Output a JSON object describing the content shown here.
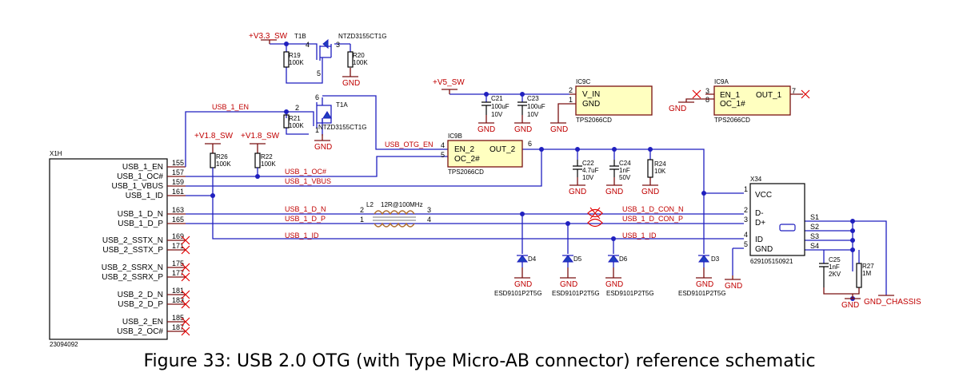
{
  "caption": "Figure 33: USB 2.0 OTG (with Type Micro-AB connector) reference schematic",
  "x1h": {
    "ref": "X1H",
    "part": "23094092",
    "pins": [
      {
        "num": "155",
        "name": "USB_1_EN"
      },
      {
        "num": "157",
        "name": "USB_1_OC#"
      },
      {
        "num": "159",
        "name": "USB_1_VBUS"
      },
      {
        "num": "161",
        "name": "USB_1_ID"
      },
      {
        "num": "163",
        "name": "USB_1_D_N"
      },
      {
        "num": "165",
        "name": "USB_1_D_P"
      },
      {
        "num": "169",
        "name": "USB_2_SSTX_N"
      },
      {
        "num": "171",
        "name": "USB_2_SSTX_P"
      },
      {
        "num": "175",
        "name": "USB_2_SSRX_N"
      },
      {
        "num": "177",
        "name": "USB_2_SSRX_P"
      },
      {
        "num": "181",
        "name": "USB_2_D_N"
      },
      {
        "num": "183",
        "name": "USB_2_D_P"
      },
      {
        "num": "185",
        "name": "USB_2_EN"
      },
      {
        "num": "187",
        "name": "USB_2_OC#"
      }
    ]
  },
  "nets": {
    "usb1_en": "USB_1_EN",
    "usb1_oc": "USB_1_OC#",
    "usb1_vbus": "USB_1_VBUS",
    "usb1_dn": "USB_1_D_N",
    "usb1_dp": "USB_1_D_P",
    "usb1_id": "USB_1_ID",
    "usb1_id2": "USB_1_ID",
    "usb_otg_en": "USB_OTG_EN",
    "con_n": "USB_1_D_CON_N",
    "con_p": "USB_1_D_CON_P"
  },
  "power": {
    "v33": "+V3.3_SW",
    "v18a": "+V1.8_SW",
    "v18b": "+V1.8_SW",
    "v5": "+V5_SW",
    "gnd": "GND",
    "gnd_chassis": "GND_CHASSIS"
  },
  "resistors": {
    "r19": {
      "ref": "R19",
      "val": "100K"
    },
    "r20": {
      "ref": "R20",
      "val": "100K"
    },
    "r21": {
      "ref": "R21",
      "val": "100K"
    },
    "r22": {
      "ref": "R22",
      "val": "100K"
    },
    "r24": {
      "ref": "R24",
      "val": "10K"
    },
    "r26": {
      "ref": "R26",
      "val": "100K"
    },
    "r27": {
      "ref": "R27",
      "val": "1M"
    }
  },
  "capacitors": {
    "c21": {
      "ref": "C21",
      "val1": "100uF",
      "val2": "10V"
    },
    "c23": {
      "ref": "C23",
      "val1": "100uF",
      "val2": "10V"
    },
    "c22": {
      "ref": "C22",
      "val1": "4.7uF",
      "val2": "10V"
    },
    "c24": {
      "ref": "C24",
      "val1": "1nF",
      "val2": "50V"
    },
    "c25": {
      "ref": "C25",
      "val1": "1nF",
      "val2": "2KV"
    }
  },
  "transistors": {
    "t1b": {
      "ref": "T1B",
      "part": "NTZD3155CT1G",
      "pins": [
        "4",
        "3",
        "5"
      ]
    },
    "t1a": {
      "ref": "T1A",
      "part": "NTZD3155CT1G",
      "pins": [
        "2",
        "6",
        "1"
      ]
    }
  },
  "ic9c": {
    "ref": "IC9C",
    "part": "TPS2066CD",
    "pin_names": [
      "V_IN",
      "GND"
    ],
    "pin_nums": [
      "2",
      "1"
    ]
  },
  "ic9a": {
    "ref": "IC9A",
    "part": "TPS2066CD",
    "pin_names": [
      "EN_1",
      "OC_1#",
      "OUT_1"
    ],
    "pin_nums": [
      "3",
      "8",
      "7"
    ]
  },
  "ic9b": {
    "ref": "IC9B",
    "part": "TPS2066CD",
    "pin_names": [
      "EN_2",
      "OC_2#",
      "OUT_2"
    ],
    "pin_nums": [
      "4",
      "5",
      "6"
    ]
  },
  "l2": {
    "ref": "L2",
    "val": "12R@100MHz",
    "pins": [
      "2",
      "1",
      "3",
      "4"
    ]
  },
  "x34": {
    "ref": "X34",
    "part": "629105150921",
    "pins": [
      {
        "num": "1",
        "name": "VCC"
      },
      {
        "num": "2",
        "name": "D-"
      },
      {
        "num": "3",
        "name": "D+"
      },
      {
        "num": "4",
        "name": "ID"
      },
      {
        "num": "5",
        "name": "GND"
      }
    ],
    "shield": [
      "S1",
      "S2",
      "S3",
      "S4"
    ]
  },
  "diodes": [
    {
      "ref": "D4",
      "part": "ESD9101P2T5G"
    },
    {
      "ref": "D5",
      "part": "ESD9101P2T5G"
    },
    {
      "ref": "D6",
      "part": "ESD9101P2T5G"
    },
    {
      "ref": "D3",
      "part": "ESD9101P2T5G"
    }
  ]
}
